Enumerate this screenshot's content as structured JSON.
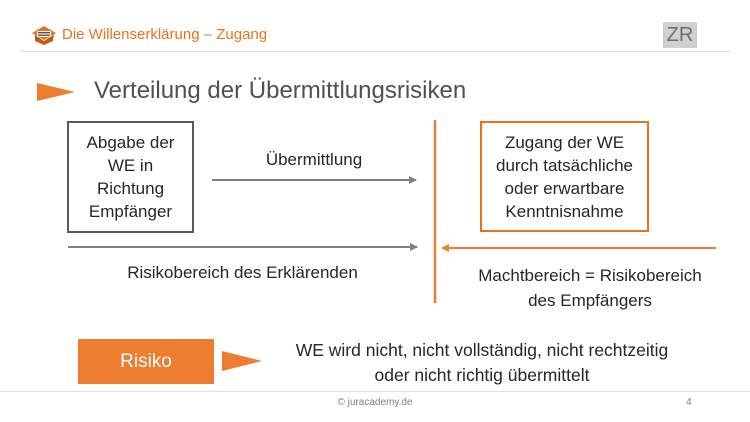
{
  "header": {
    "title": "Die Willenserklärung – Zugang",
    "badge": "ZR"
  },
  "slide_title": "Verteilung der Übermittlungsrisiken",
  "left_box": {
    "lines": [
      "Abgabe der",
      "WE in",
      "Richtung",
      "Empfänger"
    ]
  },
  "right_box": {
    "lines": [
      "Zugang der WE",
      "durch tatsächliche",
      "oder erwartbare",
      "Kenntnisnahme"
    ]
  },
  "arrow_label": "Übermittlung",
  "left_area_label": "Risikobereich des Erklärenden",
  "right_area_label": {
    "line1": "Machtbereich = Risikobereich",
    "line2": "des Empfängers"
  },
  "risk": {
    "label": "Risiko",
    "text_line1": "WE wird nicht, nicht vollständig, nicht rechtzeitig",
    "text_line2": "oder nicht richtig übermittelt"
  },
  "footer": {
    "copyright": "© juracademy.de",
    "page_number": "4"
  },
  "colors": {
    "accent": "#ed7d31",
    "text": "#262626",
    "line": "#7f7f7f"
  }
}
